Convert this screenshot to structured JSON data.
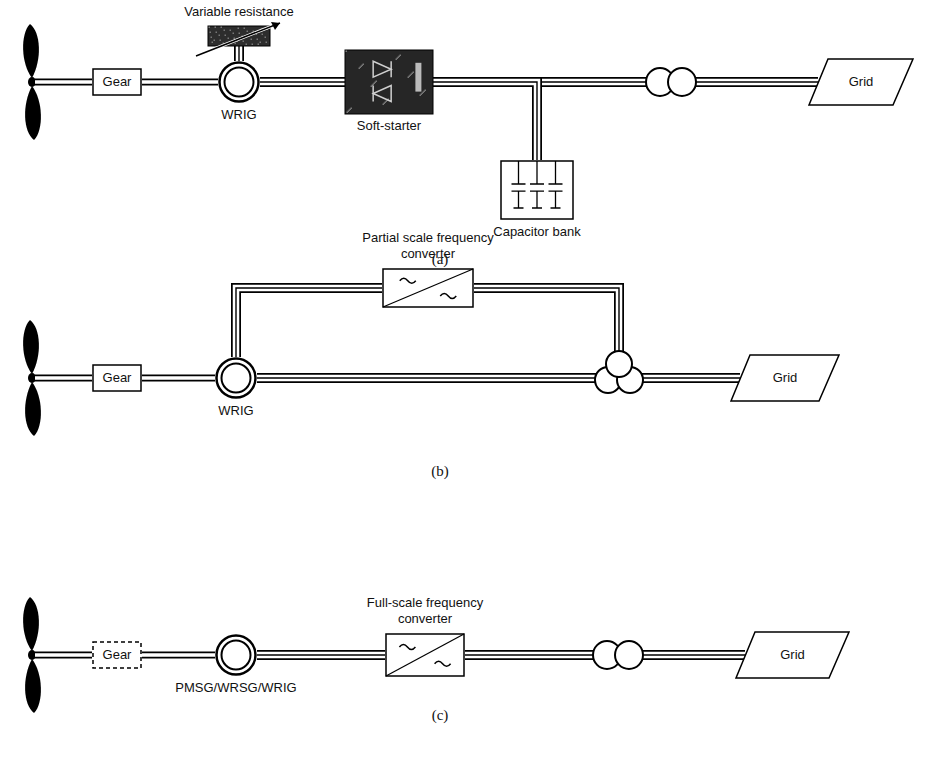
{
  "diagram": {
    "nodes": [
      {
        "text": [
          "Gear"
        ]
      },
      {
        "text": [
          "Variable resistance"
        ]
      },
      {
        "text": [
          "WRIG"
        ]
      },
      {
        "text": [
          "Soft-starter"
        ]
      },
      {
        "text": [
          "Capacitor bank"
        ]
      },
      {
        "text": [
          "Grid"
        ]
      },
      {
        "text": [
          "Gear"
        ]
      },
      {
        "text": [
          "WRIG"
        ]
      },
      {
        "text": [
          "Partial scale frequency converter"
        ]
      },
      {
        "text": [
          "Grid"
        ]
      },
      {
        "text": [
          "Gear"
        ]
      },
      {
        "text": [
          "PMSG/WRSG/WRIG"
        ]
      },
      {
        "text": [
          "Full-scale frequency converter"
        ]
      },
      {
        "text": [
          "Grid"
        ]
      }
    ],
    "edges": [
      {
        "from": 0,
        "to": 2,
        "arrow": "none"
      },
      {
        "from": 2,
        "to": 1,
        "arrow": "none"
      },
      {
        "from": 2,
        "to": 3,
        "arrow": "none"
      },
      {
        "from": 3,
        "to": 5,
        "arrow": "none"
      },
      {
        "from": 3,
        "to": 4,
        "arrow": "none"
      },
      {
        "from": 6,
        "to": 7,
        "arrow": "none"
      },
      {
        "from": 7,
        "to": 9,
        "arrow": "none"
      },
      {
        "from": 7,
        "to": 8,
        "arrow": "none"
      },
      {
        "from": 8,
        "to": 9,
        "arrow": "none"
      },
      {
        "from": 10,
        "to": 11,
        "arrow": "none"
      },
      {
        "from": 11,
        "to": 12,
        "arrow": "none"
      },
      {
        "from": 12,
        "to": 13,
        "arrow": "none"
      }
    ],
    "labels": [
      "(a)",
      "(b)",
      "(c)"
    ]
  }
}
